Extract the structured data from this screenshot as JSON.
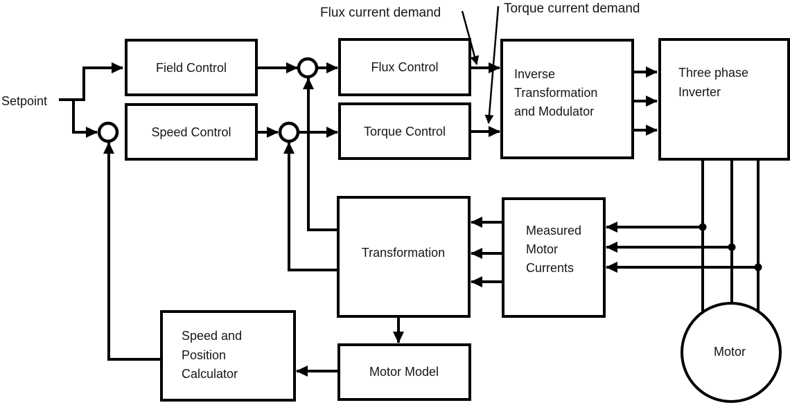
{
  "diagram": {
    "description": "Field oriented motor control block diagram",
    "labels": {
      "setpoint": "Setpoint",
      "flux_demand": "Flux current demand",
      "torque_demand": "Torque current demand"
    },
    "blocks": {
      "field_control": {
        "label": "Field Control"
      },
      "speed_control": {
        "label": "Speed Control"
      },
      "flux_control": {
        "label": "Flux Control"
      },
      "torque_control": {
        "label": "Torque Control"
      },
      "inverse_transformation": {
        "lines": [
          "Inverse",
          "Transformation",
          "and Modulator"
        ]
      },
      "three_phase_inverter": {
        "lines": [
          "Three phase",
          "Inverter"
        ]
      },
      "transformation": {
        "label": "Transformation"
      },
      "measured_motor_currents": {
        "lines": [
          "Measured",
          "Motor",
          "Currents"
        ]
      },
      "speed_position_calculator": {
        "lines": [
          "Speed and",
          "Position",
          "Calculator"
        ]
      },
      "motor_model": {
        "label": "Motor Model"
      },
      "motor": {
        "label": "Motor"
      }
    },
    "colors": {
      "line": "#000000",
      "background": "#ffffff",
      "text": "#161616"
    }
  }
}
